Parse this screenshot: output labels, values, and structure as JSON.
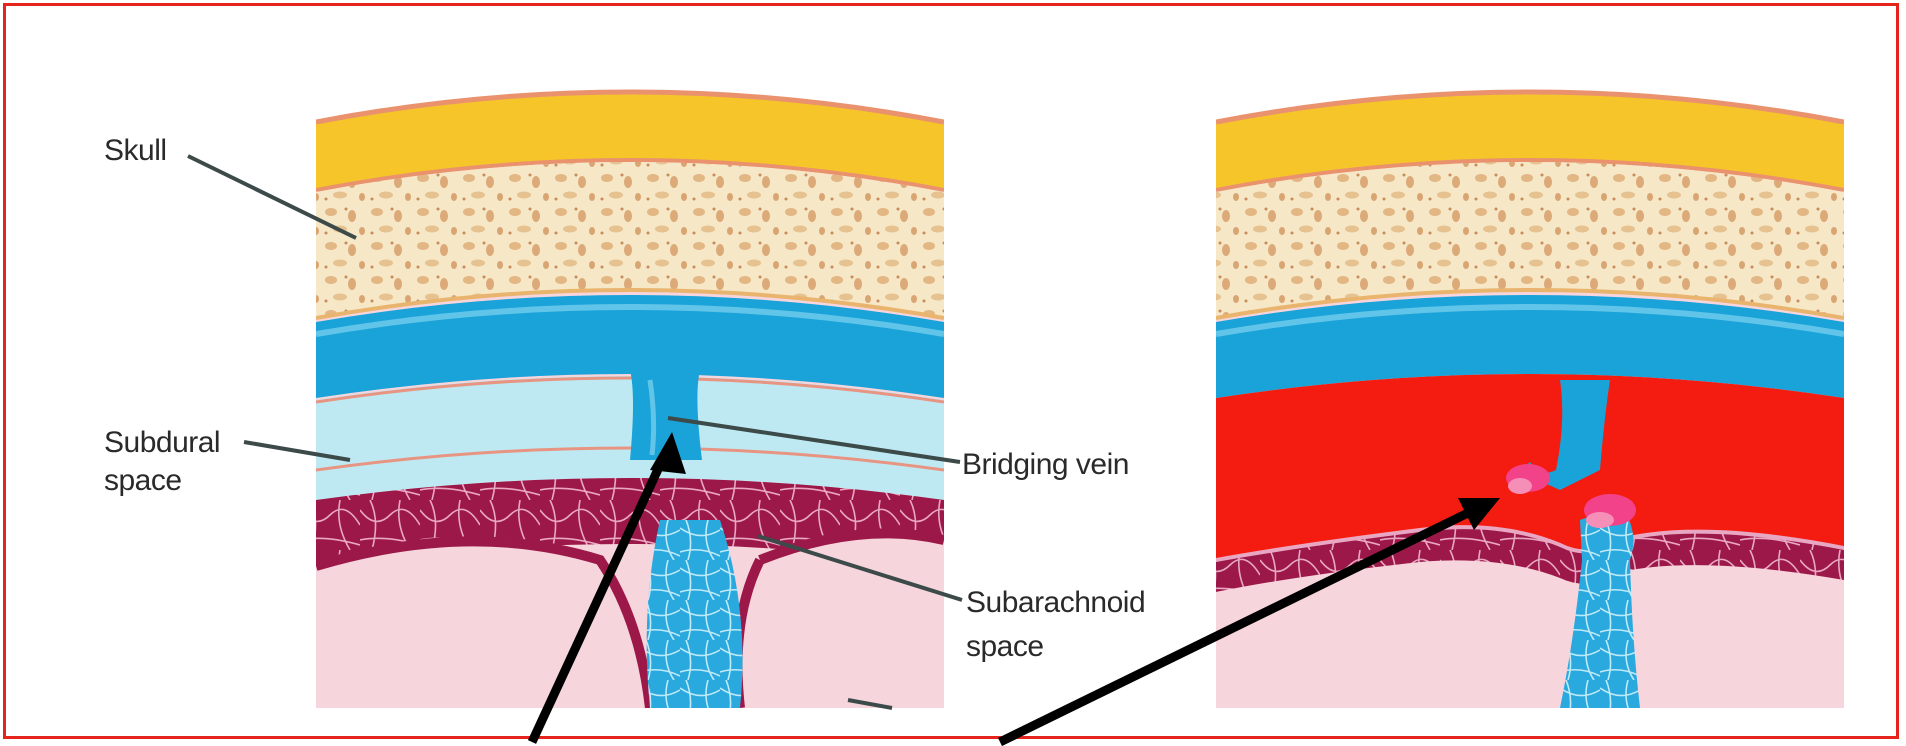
{
  "labels": {
    "skull": "Skull",
    "subdural_line1": "Subdural",
    "subdural_line2": "space",
    "bridging_vein": "Bridging vein",
    "subarachnoid_line1": "Subarachnoid",
    "subarachnoid_line2": "space"
  },
  "colors": {
    "frame": "#e5241e",
    "scalp": "#f6c52a",
    "bone": "#f6e7c6",
    "vein": "#1aa3d8",
    "subdural": "#bfe9f2",
    "arachnoid": "#9c1848",
    "brain": "#f6d5dc",
    "hematoma": "#f41c10",
    "arrow": "#000000"
  }
}
